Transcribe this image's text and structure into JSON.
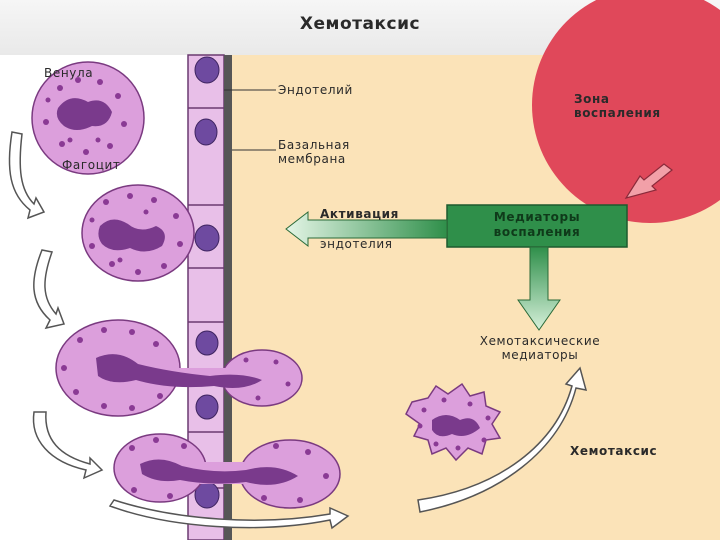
{
  "title": "Хемотаксис",
  "labels": {
    "venule": "Венула",
    "phagocyte": "Фагоцит",
    "endothelium": "Эндотелий",
    "basal_membrane_1": "Базальная",
    "basal_membrane_2": "мембрана",
    "inflammation_zone_1": "Зона",
    "inflammation_zone_2": "воспаления",
    "activation_1": "Активация",
    "activation_2": "эндотелия",
    "mediators_1": "Медиаторы",
    "mediators_2": "воспаления",
    "chemotactic_1": "Хемотаксические",
    "chemotactic_2": "медиаторы",
    "chemotaxis": "Хемотаксис"
  },
  "colors": {
    "tissue": "#fbe3b8",
    "venule": "#ffffff",
    "cell": "#dc9fdc",
    "nucleus": "#7a3a8c",
    "endothelium": "#e8bfe8",
    "inflammation": "#e0485a",
    "mediator_box": "#2f8f4a"
  }
}
